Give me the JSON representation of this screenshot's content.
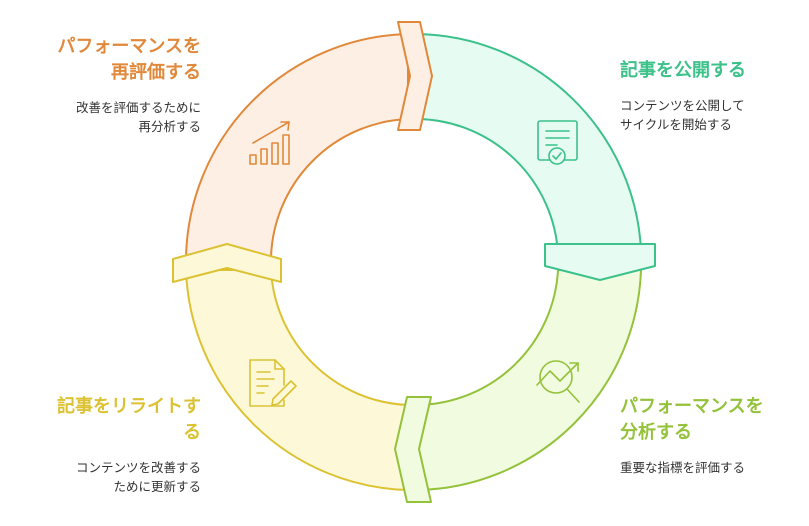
{
  "colors": {
    "publish": "#3cc18b",
    "publish_fill": "#e6fbf2",
    "analyze": "#94c23b",
    "analyze_fill": "#f1fbdf",
    "rewrite": "#dcc233",
    "rewrite_fill": "#fdf9d8",
    "reevaluate": "#e0893b",
    "reevaluate_fill": "#fdefe3"
  },
  "steps": {
    "publish": {
      "title_lines": [
        "記事を公開する"
      ],
      "desc_lines": [
        "コンテンツを公開して",
        "サイクルを開始する"
      ],
      "icon": "certificate-icon"
    },
    "analyze": {
      "title_lines": [
        "パフォーマンスを",
        "分析する"
      ],
      "desc_lines": [
        "重要な指標を評価する"
      ],
      "icon": "trend-analysis-icon"
    },
    "rewrite": {
      "title_lines": [
        "記事をリライトす",
        "る"
      ],
      "desc_lines": [
        "コンテンツを改善する",
        "ために更新する"
      ],
      "icon": "document-edit-icon"
    },
    "reevaluate": {
      "title_lines": [
        "パフォーマンスを",
        "再評価する"
      ],
      "desc_lines": [
        "改善を評価するために",
        "再分析する"
      ],
      "icon": "bar-chart-up-icon"
    }
  }
}
